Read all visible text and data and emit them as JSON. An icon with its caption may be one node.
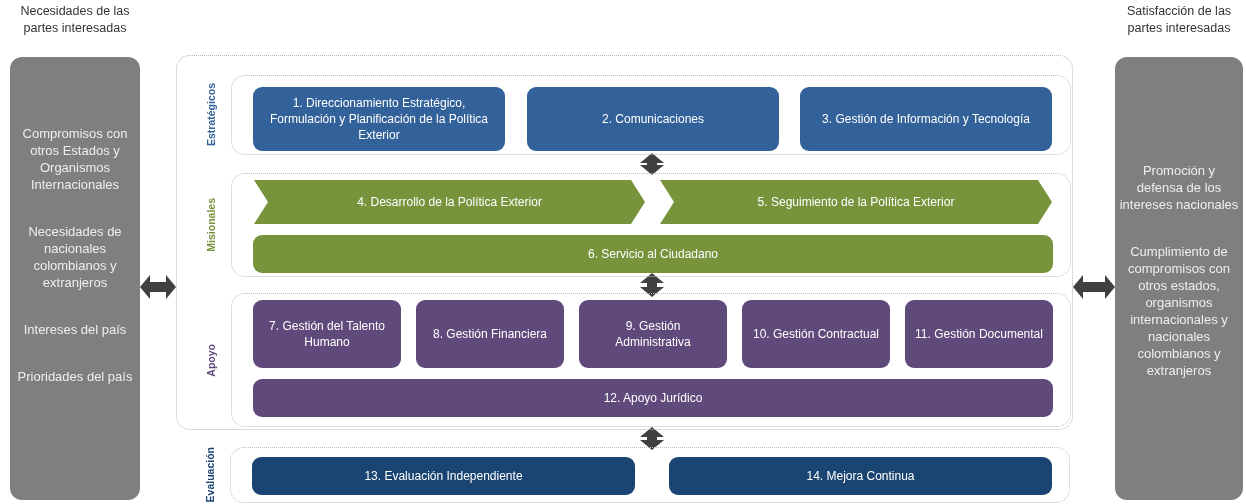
{
  "diagram": {
    "nodes": [
      {
        "text": [
          "Necesidades de las partes interesadas",
          "Compromisos con otros Estados y Organismos Internacionales",
          "Necesidades de nacionales colombianos y extranjeros",
          "Intereses del país",
          "Prioridades del país"
        ]
      },
      {
        "text": [],
        "shape": "box"
      },
      {
        "text": [
          "Estratégicos"
        ],
        "in": 1
      },
      {
        "text": [
          "1. Direccionamiento Estratégico, Formulación y Planificación de la Política Exterior"
        ],
        "in": 2
      },
      {
        "text": [
          "2. Comunicaciones"
        ],
        "in": 2
      },
      {
        "text": [
          "3. Gestión de Información y Tecnología"
        ],
        "in": 2
      },
      {
        "text": [
          "Misionales"
        ],
        "in": 1
      },
      {
        "text": [
          "4. Desarrollo de la Política Exterior"
        ],
        "in": 6
      },
      {
        "text": [
          "5. Seguimiento de la Política Exterior"
        ],
        "in": 6
      },
      {
        "text": [
          "6. Servicio al Ciudadano"
        ],
        "in": 6
      },
      {
        "text": [
          "Apoyo"
        ],
        "in": 1
      },
      {
        "text": [
          "7. Gestión del Talento Humano"
        ],
        "in": 10
      },
      {
        "text": [
          "8. Gestión Financiera"
        ],
        "in": 10
      },
      {
        "text": [
          "9. Gestión Administrativa"
        ],
        "in": 10
      },
      {
        "text": [
          "10. Gestión Contractual"
        ],
        "in": 10
      },
      {
        "text": [
          "11. Gestión Documental"
        ],
        "in": 10
      },
      {
        "text": [
          "12. Apoyo Jurídico"
        ],
        "in": 10
      },
      {
        "text": [
          "Evaluación"
        ]
      },
      {
        "text": [
          "13. Evaluación Independiente"
        ],
        "in": 17
      },
      {
        "text": [
          "14. Mejora Continua"
        ],
        "in": 17
      },
      {
        "text": [
          "Satisfacción de las partes interesadas",
          "Promoción y defensa de los intereses nacionales",
          "Cumplimiento de compromisos con otros estados, organismos internacionales y nacionales colombianos y extranjeros"
        ]
      }
    ],
    "edges": [
      {
        "from": 0,
        "to": 1,
        "arrow": "both"
      },
      {
        "from": 2,
        "to": 6,
        "arrow": "both"
      },
      {
        "from": 6,
        "to": 10,
        "arrow": "both"
      },
      {
        "from": 1,
        "to": 17,
        "arrow": "both"
      },
      {
        "from": 1,
        "to": 20,
        "arrow": "both"
      }
    ]
  }
}
